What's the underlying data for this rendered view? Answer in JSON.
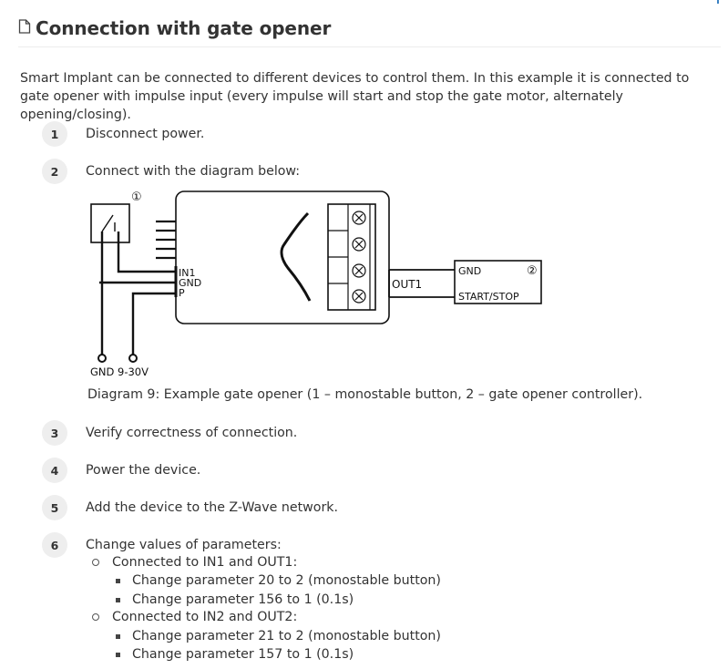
{
  "section": {
    "title": "Connection with gate opener",
    "icon": "document-icon"
  },
  "intro": "Smart Implant can be connected to different devices to control them. In this example it is connected to gate opener with impulse input (every impulse will start and stop the gate motor, alternately opening/closing).",
  "steps": [
    {
      "number": "1",
      "text": "Disconnect power."
    },
    {
      "number": "2",
      "text": "Connect with the diagram below:"
    },
    {
      "number": "3",
      "text": "Verify correctness of connection."
    },
    {
      "number": "4",
      "text": "Power the device."
    },
    {
      "number": "5",
      "text": "Add the device to the Z-Wave network."
    },
    {
      "number": "6",
      "text": "Change values of parameters:"
    }
  ],
  "diagram": {
    "label_in1": "IN1",
    "label_gnd": "GND",
    "label_p": "P",
    "label_out1": "OUT1",
    "label_controller_gnd": "GND",
    "label_start_stop": "START/STOP",
    "label_power": "GND 9-30V",
    "marker_1": "①",
    "marker_2": "②",
    "caption": "Diagram 9: Example gate opener (1 – monostable button, 2 – gate opener controller)."
  },
  "parameters": [
    {
      "heading": "Connected to IN1 and OUT1:",
      "items": [
        "Change parameter 20 to 2 (monostable button)",
        "Change parameter 156 to 1 (0.1s)"
      ]
    },
    {
      "heading": "Connected to IN2 and OUT2:",
      "items": [
        "Change parameter 21 to 2 (monostable button)",
        "Change parameter 157 to 1 (0.1s)"
      ]
    }
  ]
}
